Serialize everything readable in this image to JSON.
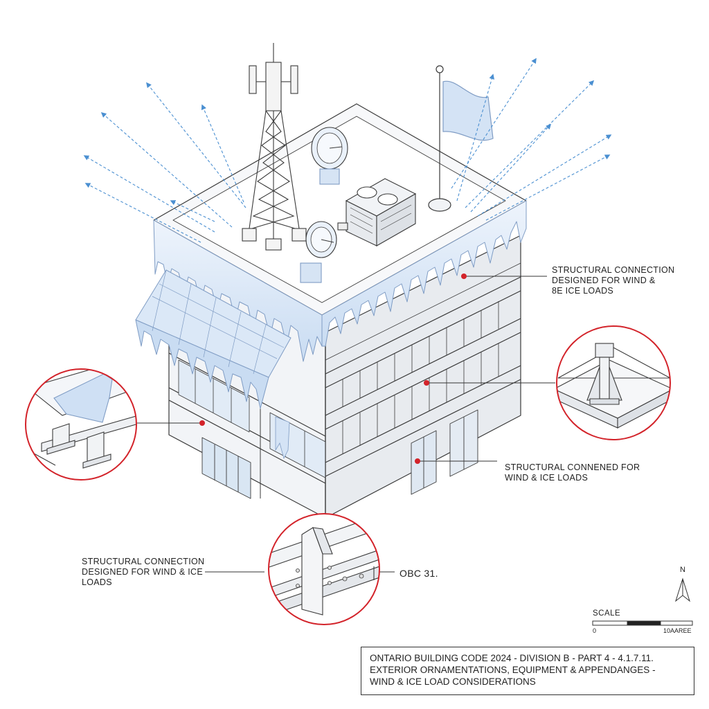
{
  "callouts": {
    "roof_edge": {
      "lines": [
        "STRUCTURAL CONNECTION",
        "DESIGNED FOR WIND &",
        "8E ICE LOADS"
      ]
    },
    "facade_mid": {
      "lines": [
        "STRUCTURAL CONNENED FOR",
        "WIND & ICE LOADS"
      ]
    },
    "base_left": {
      "lines": [
        "STRUCTURAL CONNECTION",
        "DESIGNED FOR WIND & ICE",
        "LOADS"
      ]
    },
    "code_ref": "OBC 31."
  },
  "title_block": {
    "lines": [
      "ONTARIO BUILDING CODE 2024 - DIVISION B - PART 4 - 4.1.7.11.",
      "EXTERIOR ORNAMENTATIONS, EQUIPMENT & APPENDANGES -",
      "WIND & ICE LOAD CONSIDERATIONS"
    ]
  },
  "north_arrow": {
    "label": "N"
  },
  "scale_bar": {
    "label": "SCALE",
    "min": "0",
    "max": "10AAREE"
  },
  "colors": {
    "ice": "#dbe8f7",
    "ice_stroke": "#7f9cc4",
    "wind_arrow": "#4a8fd1",
    "detail_circle": "#d3232a",
    "line": "#3a3a3a"
  },
  "icons": [
    "cell-tower",
    "satellite-dish",
    "hvac-unit",
    "flagpole",
    "north-arrow"
  ]
}
